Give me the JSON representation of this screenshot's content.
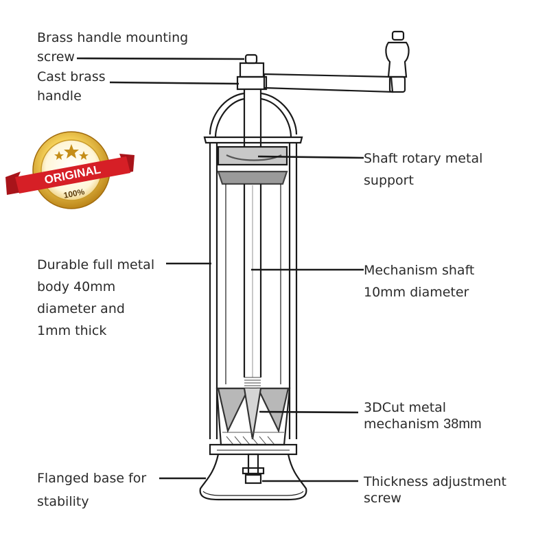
{
  "labels": {
    "mounting_screw": [
      "Brass handle mounting",
      "screw"
    ],
    "cast_handle": [
      "Cast brass",
      "handle"
    ],
    "body": [
      "Durable full metal",
      "body 40mm",
      "diameter and",
      "1mm thick"
    ],
    "base": [
      "Flanged base for",
      "stability"
    ],
    "support": [
      "Shaft rotary metal",
      "support"
    ],
    "shaft": [
      "Mechanism shaft",
      "10mm diameter"
    ],
    "mechanism": [
      "3DCut metal",
      "mechanism"
    ],
    "mechanism_size": "38mm",
    "adjustment": [
      "Thickness adjustment",
      "screw"
    ]
  },
  "badge": {
    "main": "ORIGINAL",
    "sub": "100%"
  },
  "colors": {
    "line": "#1a1a1a",
    "band": "#8c8c8c",
    "ribbon": "#d61f26",
    "gold_light": "#f6d25a",
    "gold_dark": "#b37a10"
  }
}
